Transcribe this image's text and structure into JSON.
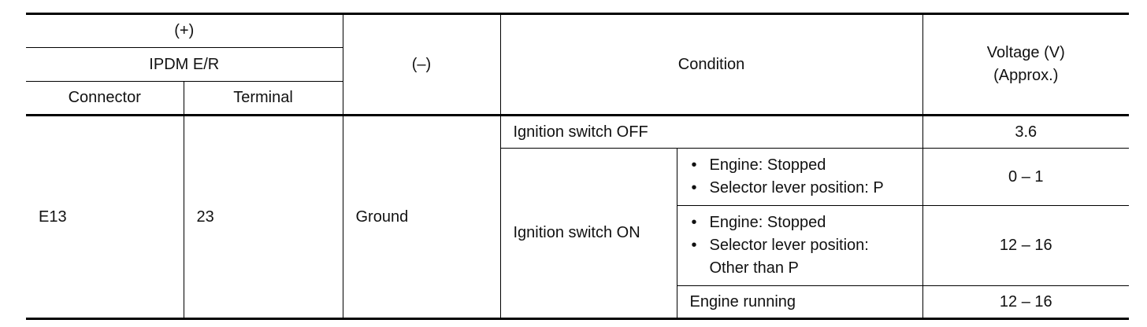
{
  "header": {
    "plus": "(+)",
    "module": "IPDM E/R",
    "connector": "Connector",
    "terminal": "Terminal",
    "minus": "(–)",
    "condition": "Condition",
    "voltage_line1": "Voltage (V)",
    "voltage_line2": "(Approx.)"
  },
  "row": {
    "connector": "E13",
    "terminal": "23",
    "minus": "Ground"
  },
  "conditions": {
    "ign_off": "Ignition switch OFF",
    "ign_off_voltage": "3.6",
    "ign_on": "Ignition switch ON",
    "sub": [
      {
        "bullets": [
          "Engine: Stopped",
          "Selector lever position: P"
        ],
        "voltage": "0 – 1"
      },
      {
        "bullets": [
          "Engine: Stopped",
          "Selector lever position: Other than P"
        ],
        "voltage": "12 – 16"
      },
      {
        "text": "Engine running",
        "voltage": "12 – 16"
      }
    ]
  }
}
